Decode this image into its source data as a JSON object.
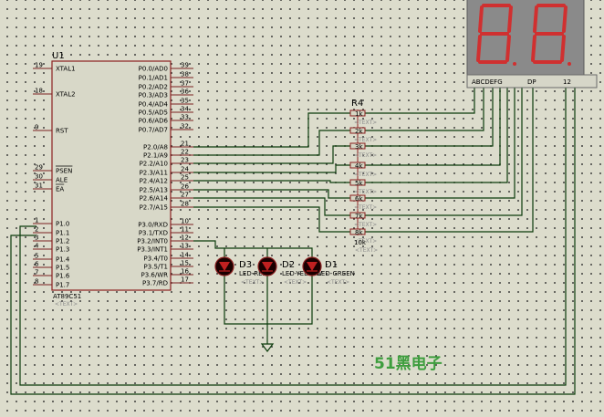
{
  "mcu": {
    "ref": "U1",
    "part": "AT89C51",
    "text": "<TEXT>",
    "left_pins": [
      {
        "num": "19",
        "name": "XTAL1"
      },
      {
        "num": "18",
        "name": "XTAL2"
      },
      {
        "num": "9",
        "name": "RST"
      },
      {
        "num": "29",
        "name": "PSEN"
      },
      {
        "num": "30",
        "name": "ALE"
      },
      {
        "num": "31",
        "name": "EA"
      },
      {
        "num": "1",
        "name": "P1.0"
      },
      {
        "num": "2",
        "name": "P1.1"
      },
      {
        "num": "3",
        "name": "P1.2"
      },
      {
        "num": "4",
        "name": "P1.3"
      },
      {
        "num": "5",
        "name": "P1.4"
      },
      {
        "num": "6",
        "name": "P1.5"
      },
      {
        "num": "7",
        "name": "P1.6"
      },
      {
        "num": "8",
        "name": "P1.7"
      }
    ],
    "right_pins": [
      {
        "num": "39",
        "name": "P0.0/AD0"
      },
      {
        "num": "38",
        "name": "P0.1/AD1"
      },
      {
        "num": "37",
        "name": "P0.2/AD2"
      },
      {
        "num": "36",
        "name": "P0.3/AD3"
      },
      {
        "num": "35",
        "name": "P0.4/AD4"
      },
      {
        "num": "34",
        "name": "P0.5/AD5"
      },
      {
        "num": "33",
        "name": "P0.6/AD6"
      },
      {
        "num": "32",
        "name": "P0.7/AD7"
      },
      {
        "num": "21",
        "name": "P2.0/A8"
      },
      {
        "num": "22",
        "name": "P2.1/A9"
      },
      {
        "num": "23",
        "name": "P2.2/A10"
      },
      {
        "num": "24",
        "name": "P2.3/A11"
      },
      {
        "num": "25",
        "name": "P2.4/A12"
      },
      {
        "num": "26",
        "name": "P2.5/A13"
      },
      {
        "num": "27",
        "name": "P2.6/A14"
      },
      {
        "num": "28",
        "name": "P2.7/A15"
      },
      {
        "num": "10",
        "name": "P3.0/RXD"
      },
      {
        "num": "11",
        "name": "P3.1/TXD"
      },
      {
        "num": "12",
        "name": "P3.2/INT0"
      },
      {
        "num": "13",
        "name": "P3.3/INT1"
      },
      {
        "num": "14",
        "name": "P3.4/T0"
      },
      {
        "num": "15",
        "name": "P3.5/T1"
      },
      {
        "num": "16",
        "name": "P3.6/WR"
      },
      {
        "num": "17",
        "name": "P3.7/RD"
      }
    ]
  },
  "resistor_pack": {
    "ref": "R4",
    "labels": [
      "1k",
      "2k",
      "3k",
      "4k",
      "5k",
      "6k",
      "7k",
      "8k",
      "10k"
    ],
    "text": "<TEXT>"
  },
  "leds": [
    {
      "ref": "D3",
      "label": "LED-RED",
      "text": "<TEXT>"
    },
    {
      "ref": "D2",
      "label": "LED-YELLOW",
      "text": "<TEXT>"
    },
    {
      "ref": "D1",
      "label": "LED-GREEN",
      "text": "<TEXT>"
    }
  ],
  "display": {
    "segment_label": "ABCDEFG",
    "dp_label": "DP",
    "digit_label": "12",
    "segment_color": "#d03030",
    "body_color": "#8a8a8a"
  },
  "watermark": "51黑电子",
  "colors": {
    "wire": "#0b3b0b",
    "component": "#8b2020",
    "background": "#dcdccc"
  }
}
